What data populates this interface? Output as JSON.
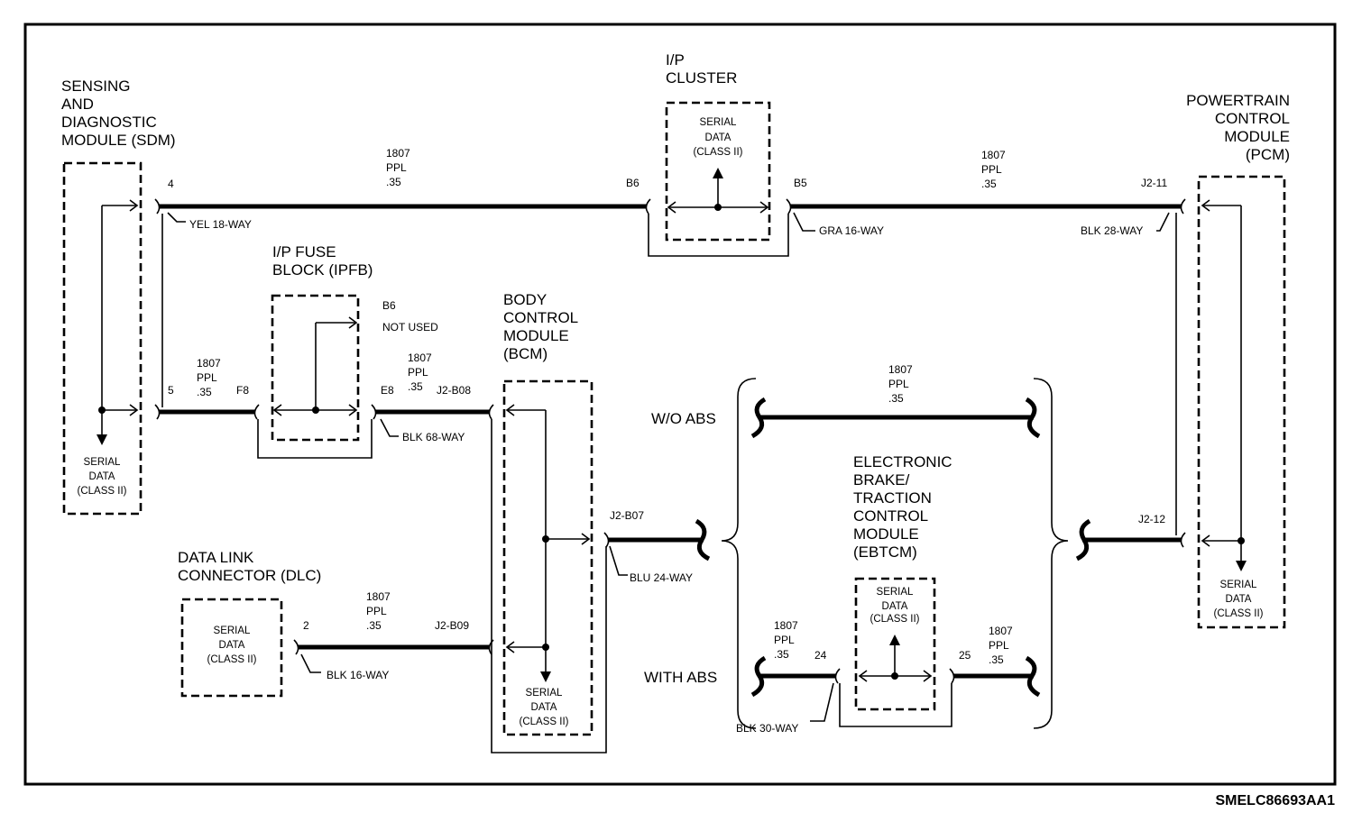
{
  "modules": {
    "sdm": {
      "l1": "SENSING",
      "l2": "AND",
      "l3": "DIAGNOSTIC",
      "l4": "MODULE (SDM)"
    },
    "ip_cluster": {
      "l1": "I/P",
      "l2": "CLUSTER"
    },
    "pcm": {
      "l1": "POWERTRAIN",
      "l2": "CONTROL",
      "l3": "MODULE",
      "l4": "(PCM)"
    },
    "ipfb": {
      "l1": "I/P FUSE",
      "l2": "BLOCK (IPFB)"
    },
    "bcm": {
      "l1": "BODY",
      "l2": "CONTROL",
      "l3": "MODULE",
      "l4": "(BCM)"
    },
    "ebtcm": {
      "l1": "ELECTRONIC",
      "l2": "BRAKE/",
      "l3": "TRACTION",
      "l4": "CONTROL",
      "l5": "MODULE",
      "l6": "(EBTCM)"
    },
    "dlc": {
      "l1": "DATA LINK",
      "l2": "CONNECTOR (DLC)"
    }
  },
  "serial_data": {
    "l1": "SERIAL",
    "l2": "DATA",
    "l3": "(CLASS II)"
  },
  "wire": {
    "circuit": "1807",
    "color": "PPL",
    "gauge": ".35"
  },
  "pins": {
    "sdm_4": "4",
    "sdm_5": "5",
    "ipc_b6": "B6",
    "ipc_b5": "B5",
    "pcm_j2_11": "J2-11",
    "pcm_j2_12": "J2-12",
    "ipfb_f8": "F8",
    "ipfb_e8": "E8",
    "ipfb_b6": "B6",
    "bcm_j2_b08": "J2-B08",
    "bcm_j2_b07": "J2-B07",
    "bcm_j2_b09": "J2-B09",
    "dlc_2": "2",
    "ebtcm_24": "24",
    "ebtcm_25": "25"
  },
  "connectors": {
    "yel18": "YEL 18-WAY",
    "gra16": "GRA 16-WAY",
    "blk28": "BLK 28-WAY",
    "blk68": "BLK 68-WAY",
    "blu24": "BLU 24-WAY",
    "blk16": "BLK 16-WAY",
    "blk30": "BLK 30-WAY"
  },
  "notes": {
    "not_used": "NOT USED",
    "wo_abs": "W/O ABS",
    "with_abs": "WITH ABS"
  },
  "figure_id": "SMELC86693AA1"
}
